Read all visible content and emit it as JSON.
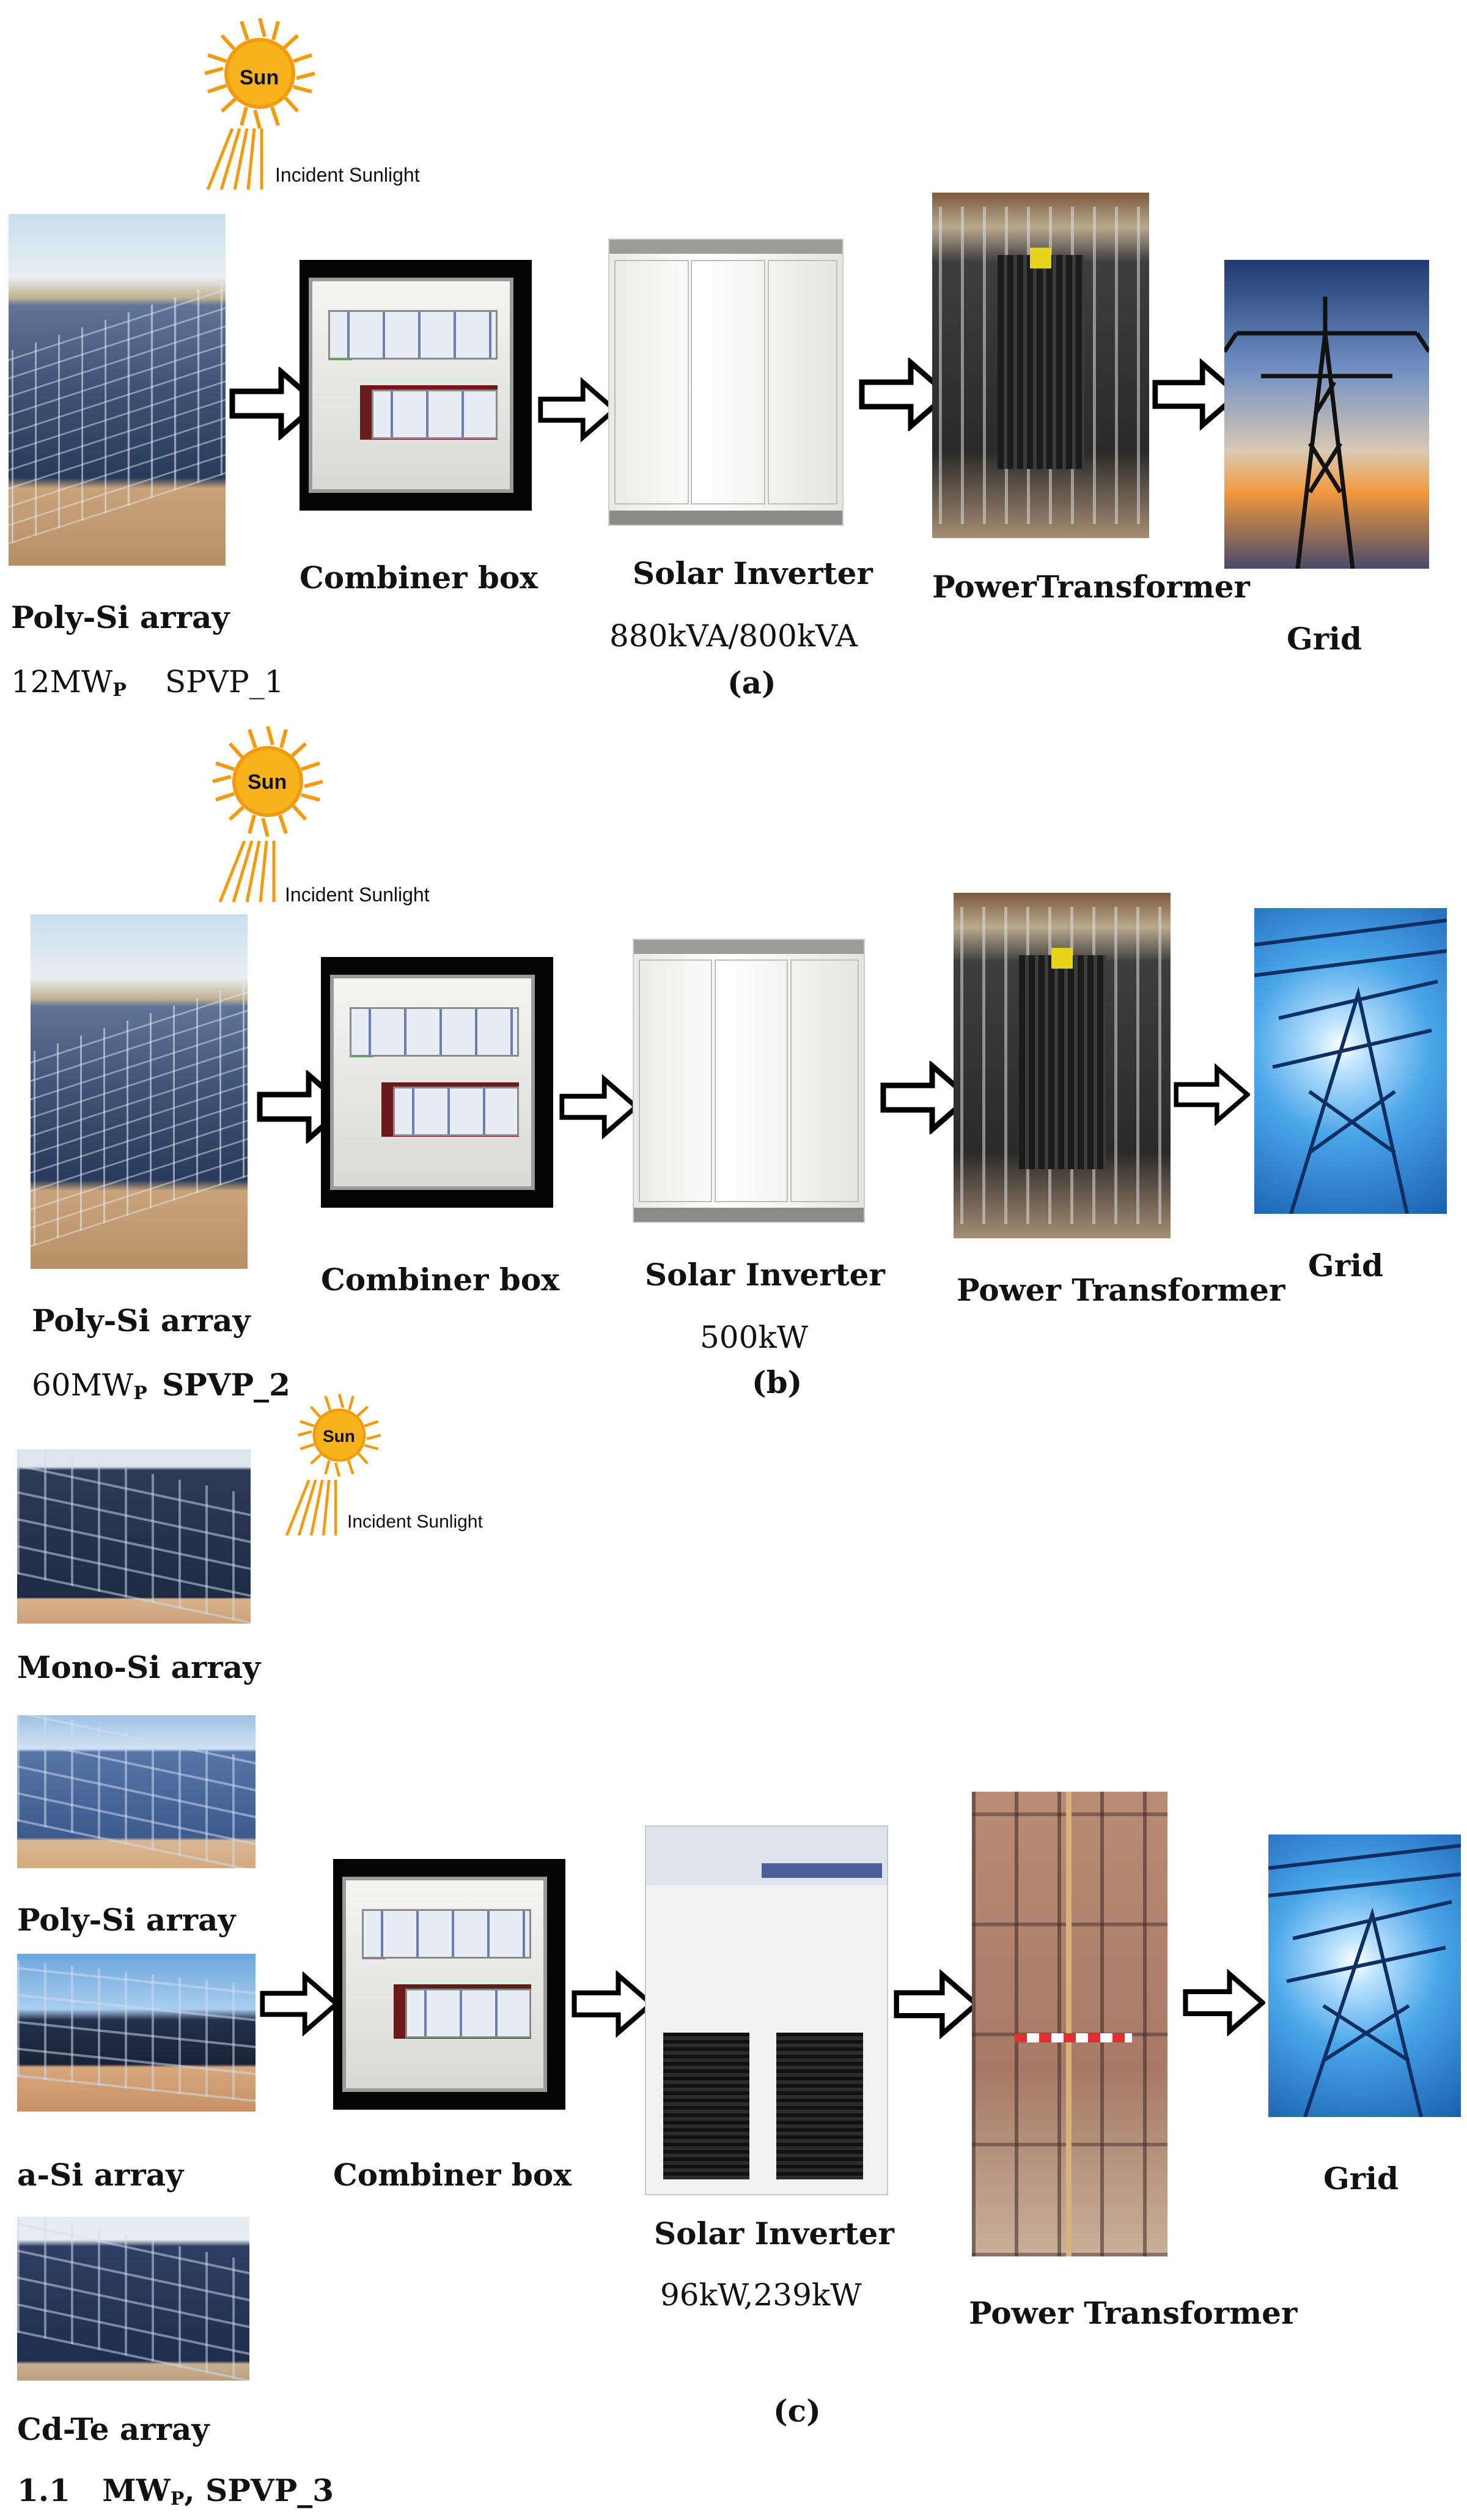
{
  "sun": {
    "label": "Sun",
    "incident": "Incident Sunlight"
  },
  "a": {
    "array_label": "Poly-Si array",
    "array_capacity": "12MW",
    "capacity_sub": "P",
    "plant": "SPVP_1",
    "combiner": "Combiner box",
    "inverter": "Solar Inverter",
    "inverter_rating": "880kVA/800kVA",
    "transformer": "PowerTransformer",
    "grid": "Grid",
    "caption": "(a)"
  },
  "b": {
    "array_label": "Poly-Si array",
    "array_capacity": "60MW",
    "capacity_sub": "P",
    "plant": "SPVP_2",
    "combiner": "Combiner box",
    "inverter": "Solar Inverter",
    "inverter_rating": "500kW",
    "transformer": "Power Transformer",
    "grid": "Grid",
    "caption": "(b)"
  },
  "c": {
    "arrays": [
      "Mono-Si array",
      "Poly-Si array",
      "a-Si array",
      "Cd-Te array"
    ],
    "capacity_prefix": "1.1",
    "capacity_unit": "MW",
    "capacity_sub": "P",
    "plant": ", SPVP_3",
    "combiner": "Combiner box",
    "inverter": "Solar Inverter",
    "inverter_rating": "96kW,239kW",
    "transformer": "Power Transformer",
    "grid": "Grid",
    "caption": "(c)"
  },
  "colors": {
    "sun_core": "#f7b21c",
    "sun_ray": "#f39a0e",
    "arrow_stroke": "#000000"
  }
}
